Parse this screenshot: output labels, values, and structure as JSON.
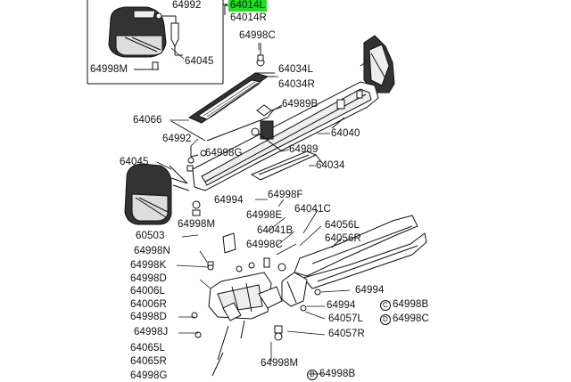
{
  "diagram": {
    "highlight_color": "#22dd22",
    "line_color": "#111111",
    "labels": {
      "p64992_top": "64992",
      "p64014L": "64014L",
      "p64014R": "64014R",
      "p64998C_top": "64998C",
      "p64045_top": "64045",
      "p64998M_top": "64998M",
      "p64034L": "64034L",
      "p64034R": "64034R",
      "p64066": "64066",
      "p64989B": "64989B",
      "p64040": "64040",
      "p64992_mid": "64992",
      "p64998G": "64998G",
      "p64989": "64989",
      "p64045_mid": "64045",
      "p64034": "64034",
      "p64994_a": "64994",
      "p64998F": "64998F",
      "p64041C": "64041C",
      "p64998E": "64998E",
      "p64056L": "64056L",
      "p64998M_mid": "64998M",
      "p64041B": "64041B",
      "p64056R": "64056R",
      "p60503": "60503",
      "p64998C_mid": "64998C",
      "p64998N": "64998N",
      "p64998K": "64998K",
      "p64998D": "64998D",
      "p64994_b": "64994",
      "p64006L": "64006L",
      "p64006R": "64006R",
      "p64994_c": "64994",
      "p64998B": "64998B",
      "p64998D_bot": "64998D",
      "p64057L": "64057L",
      "p64998C_bot": "64998C",
      "p64998J": "64998J",
      "p64057R": "64057R",
      "p64065L": "64065L",
      "p64065R": "64065R",
      "p64998M_bot": "64998M",
      "p64998G_bot": "64998G",
      "p64998B_bot": "64998B"
    },
    "circle_marks": {
      "c": "C",
      "d": "D",
      "b": "B"
    }
  }
}
